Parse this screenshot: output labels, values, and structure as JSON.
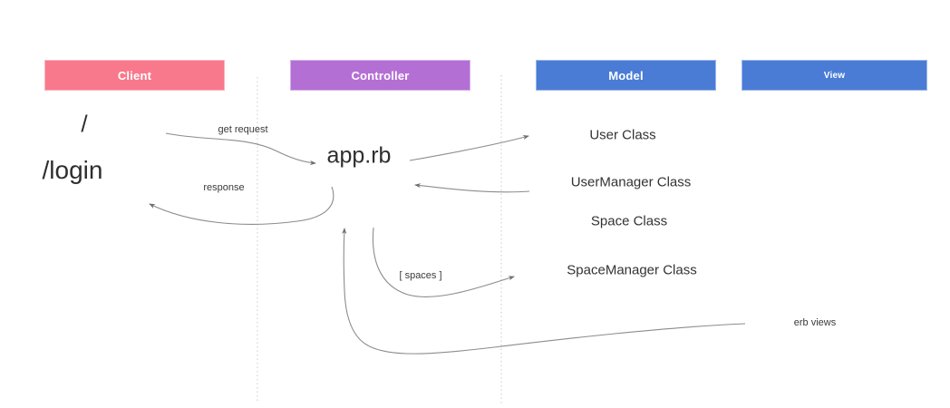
{
  "diagram": {
    "title_semantic": "MVC request flow diagram",
    "columns": [
      {
        "label": "Client",
        "color": "#f8798b"
      },
      {
        "label": "Controller",
        "color": "#b46fd5"
      },
      {
        "label": "Model",
        "color": "#4a7cd6"
      },
      {
        "label": "View",
        "color": "#4a7cd6"
      }
    ],
    "client": {
      "routes": [
        "/",
        "/login"
      ]
    },
    "controller": {
      "file": "app.rb"
    },
    "model": {
      "classes": [
        "User Class",
        "UserManager Class",
        "Space Class",
        "SpaceManager Class"
      ]
    },
    "flow_labels": {
      "get_request": "get request",
      "response": "response",
      "spaces": "[ spaces ]",
      "erb_views": "erb views"
    },
    "style": {
      "arrow_color": "#8c8c8c",
      "divider_color": "#c9c9c9",
      "text_color": "#2e2e2e"
    }
  }
}
